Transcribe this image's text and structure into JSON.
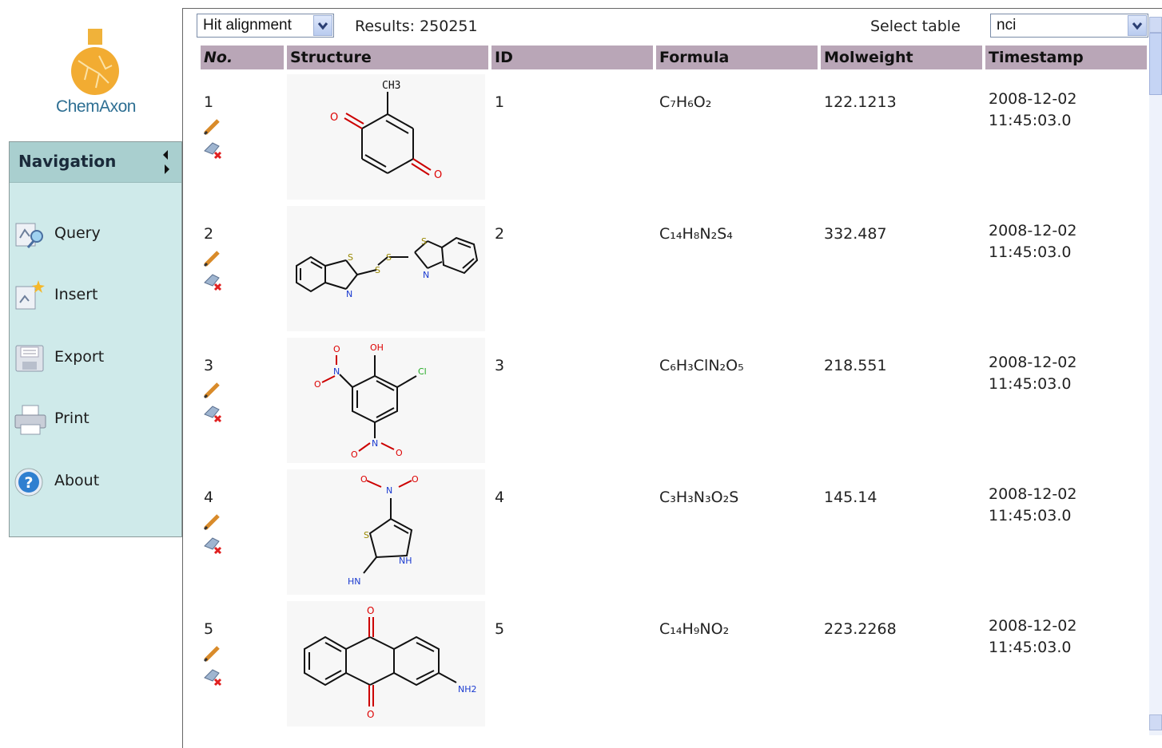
{
  "brand": {
    "name": "ChemAxon"
  },
  "nav": {
    "title": "Navigation",
    "items": [
      {
        "label": "Query",
        "icon": "query-icon"
      },
      {
        "label": "Insert",
        "icon": "insert-icon"
      },
      {
        "label": "Export",
        "icon": "export-icon"
      },
      {
        "label": "Print",
        "icon": "print-icon"
      },
      {
        "label": "About",
        "icon": "help-icon"
      }
    ]
  },
  "toolbar": {
    "view_mode": "Hit alignment",
    "results_label": "Results:",
    "results_count": "250251",
    "select_table_label": "Select table",
    "table_value": "nci"
  },
  "table": {
    "headers": [
      "No.",
      "Structure",
      "ID",
      "Formula",
      "Molweight",
      "Timestamp"
    ],
    "rows": [
      {
        "no": "1",
        "id": "1",
        "formula": "C₇H₆O₂",
        "molweight": "122.1213",
        "ts_date": "2008-12-02",
        "ts_time": "11:45:03.0"
      },
      {
        "no": "2",
        "id": "2",
        "formula": "C₁₄H₈N₂S₄",
        "molweight": "332.487",
        "ts_date": "2008-12-02",
        "ts_time": "11:45:03.0"
      },
      {
        "no": "3",
        "id": "3",
        "formula": "C₆H₃ClN₂O₅",
        "molweight": "218.551",
        "ts_date": "2008-12-02",
        "ts_time": "11:45:03.0"
      },
      {
        "no": "4",
        "id": "4",
        "formula": "C₃H₃N₃O₂S",
        "molweight": "145.14",
        "ts_date": "2008-12-02",
        "ts_time": "11:45:03.0"
      },
      {
        "no": "5",
        "id": "5",
        "formula": "C₁₄H₉NO₂",
        "molweight": "223.2268",
        "ts_date": "2008-12-02",
        "ts_time": "11:45:03.0"
      }
    ]
  },
  "structure_labels": {
    "r1": {
      "a": "CH3",
      "b": "O",
      "c": "O"
    },
    "r2": {
      "s1": "S",
      "s2": "S",
      "s3": "S",
      "s4": "S",
      "n1": "N",
      "n2": "N"
    },
    "r3": {
      "oh": "OH",
      "cl": "Cl",
      "o1": "O",
      "n1": "N",
      "o2": "O",
      "o3": "O",
      "n2": "N",
      "o4": "O"
    },
    "r4": {
      "o1": "O",
      "n1": "N",
      "o2": "O",
      "s": "S",
      "nh": "NH",
      "hn": "HN"
    },
    "r5": {
      "o1": "O",
      "o2": "O",
      "nh2": "NH2"
    }
  },
  "colors": {
    "header_bg": "#b9a6b7",
    "nav_bg": "#cfeaea",
    "nav_header_bg": "#a9cfcf",
    "brand": "#2e6f93"
  }
}
